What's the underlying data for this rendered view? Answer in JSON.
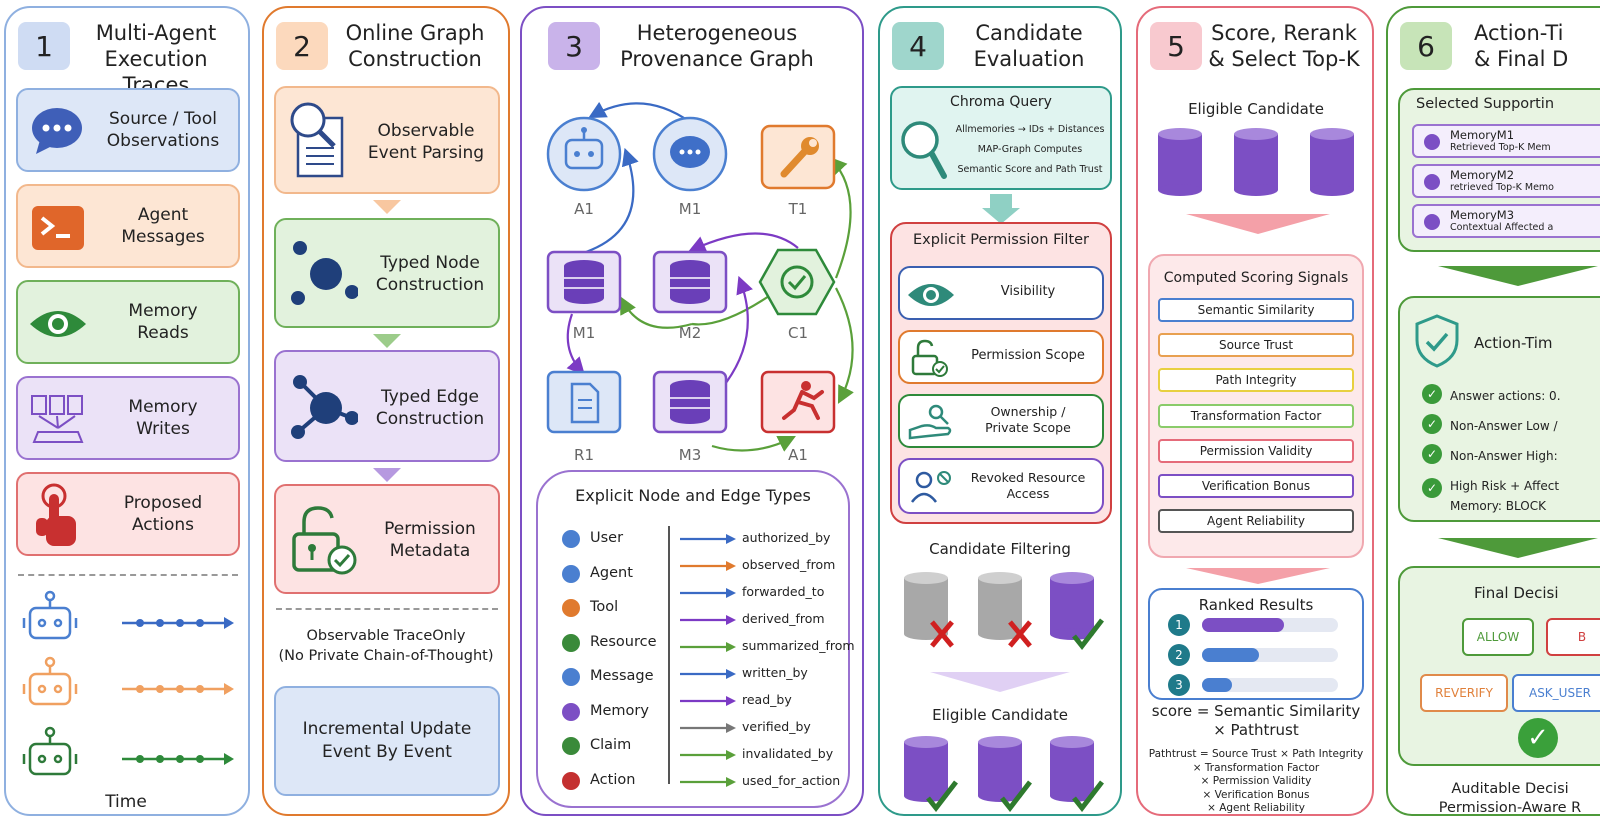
{
  "colors": {
    "panel1": "#6f95d6",
    "panel2": "#e07a2e",
    "panel3": "#7c4fc4",
    "panel4": "#2e9a8a",
    "panel5": "#e56b7a",
    "panel6": "#4e9a3a"
  },
  "panel1": {
    "number": "1",
    "title": "Multi-Agent\nExecution Traces",
    "items": [
      {
        "label": "Source / Tool\nObservations",
        "icon": "chat-bubble-icon"
      },
      {
        "label": "Agent\nMessages",
        "icon": "terminal-icon"
      },
      {
        "label": "Memory\nReads",
        "icon": "eye-icon"
      },
      {
        "label": "Memory\nWrites",
        "icon": "documents-down-icon"
      },
      {
        "label": "Proposed\nActions",
        "icon": "tap-hand-icon"
      }
    ],
    "time_label": "Time"
  },
  "panel2": {
    "number": "2",
    "title": "Online Graph\nConstruction",
    "steps": [
      {
        "label": "Observable\nEvent Parsing",
        "icon": "magnifier-document-icon"
      },
      {
        "label": "Typed Node\nConstruction",
        "icon": "nodes-icon"
      },
      {
        "label": "Typed Edge\nConstruction",
        "icon": "hub-icon"
      },
      {
        "label": "Permission\nMetadata",
        "icon": "unlock-check-icon"
      }
    ],
    "note": "Observable TraceOnly\n(No Private Chain-of-Thought)",
    "update": "Incremental Update\nEvent By Event"
  },
  "panel3": {
    "number": "3",
    "title": "Heterogeneous\nProvenance Graph",
    "nodes": [
      "A1",
      "M1",
      "T1",
      "M1",
      "M2",
      "C1",
      "R1",
      "M3",
      "A1"
    ],
    "legend_title": "Explicit Node and Edge Types",
    "node_types": [
      {
        "label": "User",
        "color": "#4a7fd0"
      },
      {
        "label": "Agent",
        "color": "#4a7fd0"
      },
      {
        "label": "Tool",
        "color": "#e07a2e"
      },
      {
        "label": "Resource",
        "color": "#3a8a3a"
      },
      {
        "label": "Message",
        "color": "#4a7fd0"
      },
      {
        "label": "Memory",
        "color": "#7c4fc4"
      },
      {
        "label": "Claim",
        "color": "#3a8a3a"
      },
      {
        "label": "Action",
        "color": "#c43030"
      }
    ],
    "edge_types": [
      {
        "label": "authorized_by",
        "color": "#3a6ac4"
      },
      {
        "label": "observed_from",
        "color": "#e07a2e"
      },
      {
        "label": "forwarded_to",
        "color": "#3a6ac4"
      },
      {
        "label": "derived_from",
        "color": "#7c3ac4"
      },
      {
        "label": "summarized_from",
        "color": "#5aa03a"
      },
      {
        "label": "written_by",
        "color": "#3a6ac4"
      },
      {
        "label": "read_by",
        "color": "#7c3ac4"
      },
      {
        "label": "verified_by",
        "color": "#777777"
      },
      {
        "label": "invalidated_by",
        "color": "#5aa03a"
      },
      {
        "label": "used_for_action",
        "color": "#5aa03a"
      }
    ]
  },
  "panel4": {
    "number": "4",
    "title": "Candidate\nEvaluation",
    "chroma_title": "Chroma Query",
    "chroma_lines": [
      "Allmemories → IDs + Distances",
      "MAP-Graph Computes",
      "Semantic Score and Path Trust"
    ],
    "filter_title": "Explicit Permission Filter",
    "filters": [
      {
        "label": "Visibility",
        "icon": "eye-icon"
      },
      {
        "label": "Permission Scope",
        "icon": "unlock-check-icon"
      },
      {
        "label": "Ownership /\nPrivate Scope",
        "icon": "hand-key-icon"
      },
      {
        "label": "Revoked Resource\nAccess",
        "icon": "user-revoke-icon"
      }
    ],
    "filtering_title": "Candidate Filtering",
    "eligible_title": "Eligible Candidate"
  },
  "panel5": {
    "number": "5",
    "title": "Score, Rerank\n& Select Top-K",
    "eligible_title": "Eligible Candidate",
    "signals_title": "Computed Scoring Signals",
    "signals": [
      {
        "label": "Semantic Similarity",
        "color": "#4a7fd0"
      },
      {
        "label": "Source Trust",
        "color": "#e8a050"
      },
      {
        "label": "Path Integrity",
        "color": "#e8d040"
      },
      {
        "label": "Transformation Factor",
        "color": "#8acb6a"
      },
      {
        "label": "Permission Validity",
        "color": "#e56b7a"
      },
      {
        "label": "Verification Bonus",
        "color": "#7c4fc4"
      },
      {
        "label": "Agent Reliability",
        "color": "#555555"
      }
    ],
    "ranked_title": "Ranked Results",
    "ranks": [
      {
        "rank": "1",
        "value": 0.6
      },
      {
        "rank": "2",
        "value": 0.42
      },
      {
        "rank": "3",
        "value": 0.22
      }
    ],
    "score_formula": "score = Semantic Similarity\n× Pathtrust",
    "pathtrust_formula": "Pathtrust = Source Trust × Path Integrity\n× Transformation Factor\n× Permission Validity\n× Verification Bonus\n× Agent Reliability"
  },
  "panel6": {
    "number": "6",
    "title": "Action-Ti\n& Final D",
    "selected_title": "Selected Supportin",
    "memories": [
      {
        "name": "MemoryM1",
        "desc": "Retrieved Top-K Mem"
      },
      {
        "name": "MemoryM2",
        "desc": "retrieved Top-K Memo"
      },
      {
        "name": "MemoryM3",
        "desc": "Contextual Affected a"
      }
    ],
    "gate_title": "Action-Tim",
    "rules": [
      "Answer actions: 0.",
      "Non-Answer Low /",
      "Non-Answer High:",
      "High Risk + Affect\nMemory: BLOCK"
    ],
    "final_title": "Final Decisi",
    "decisions": [
      "ALLOW",
      "B",
      "REVERIFY",
      "ASK_USER"
    ],
    "footer": "Auditable Decisi\nPermission-Aware R"
  }
}
